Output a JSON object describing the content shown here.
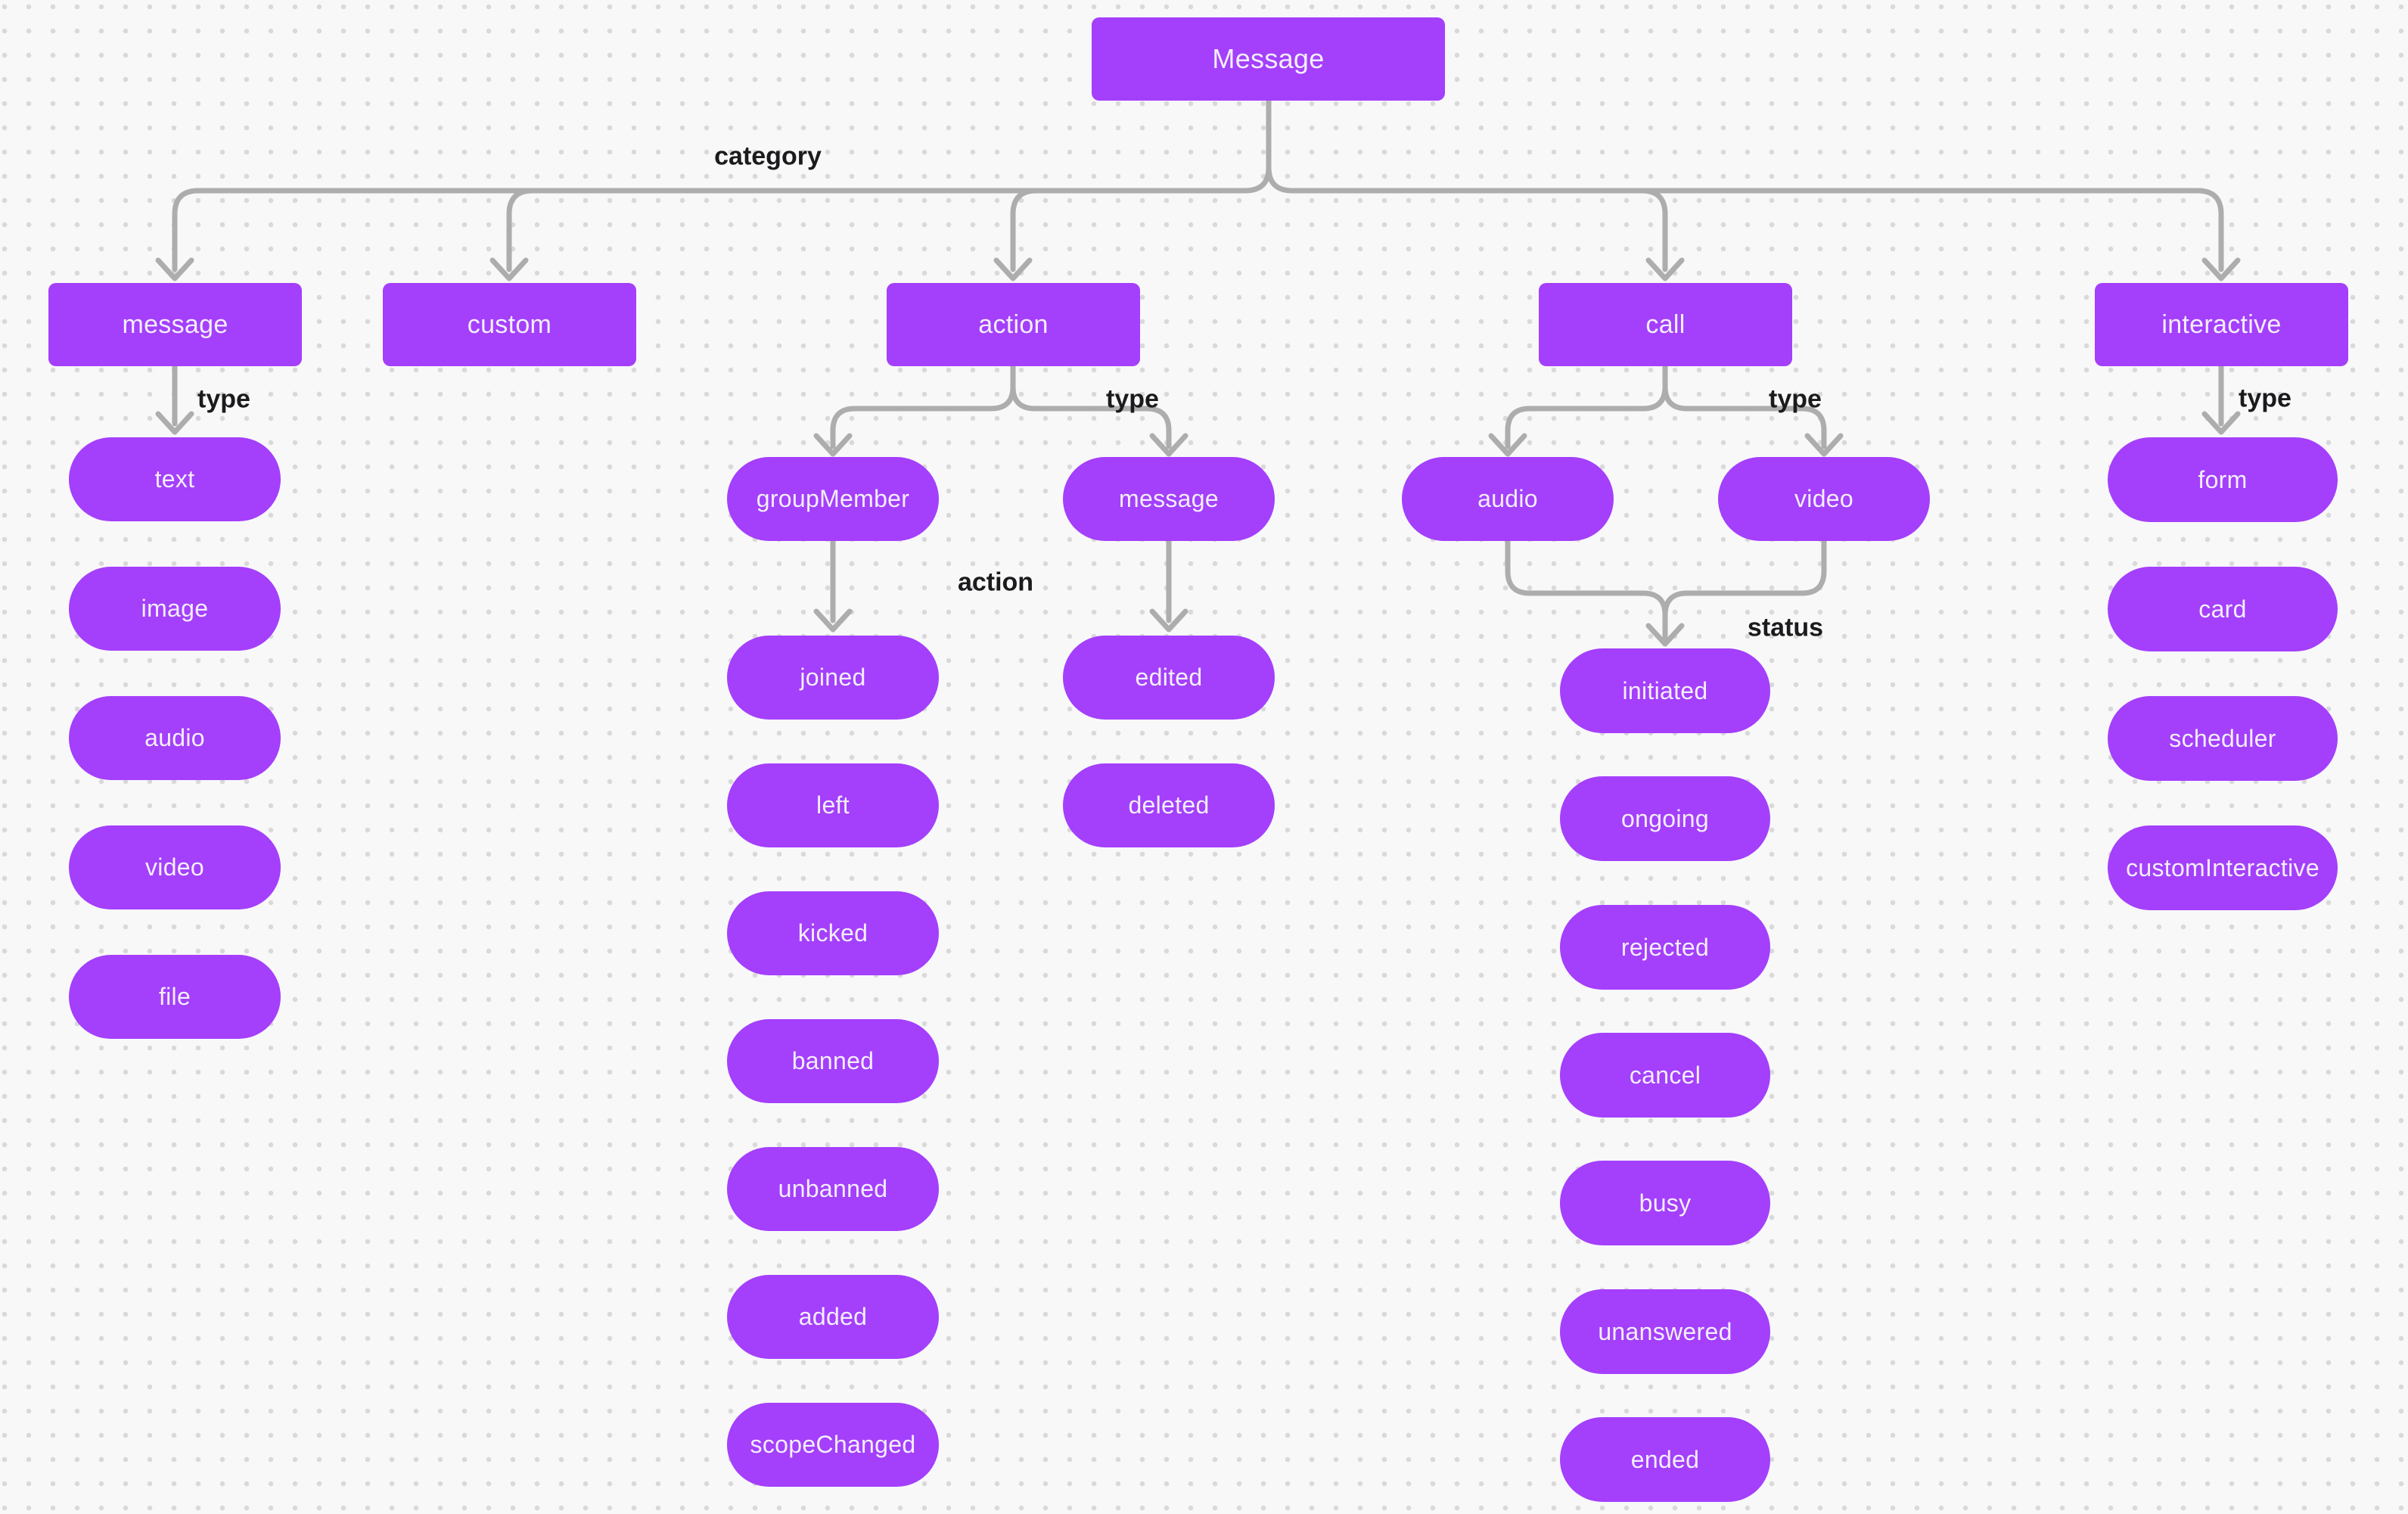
{
  "colors": {
    "node_fill": "#A43FFB",
    "node_text": "#F3EEFC",
    "edge": "#ADADAD",
    "label_text": "#1B1B1D",
    "bg": "#F8F8F9",
    "dot": "#D9D9DA"
  },
  "nodes": {
    "root": "Message",
    "message": "message",
    "custom": "custom",
    "action": "action",
    "call": "call",
    "interactive": "interactive",
    "text": "text",
    "image": "image",
    "audio": "audio",
    "video": "video",
    "file": "file",
    "groupMember": "groupMember",
    "actionMessage": "message",
    "joined": "joined",
    "left": "left",
    "kicked": "kicked",
    "banned": "banned",
    "unbanned": "unbanned",
    "added": "added",
    "scopeChanged": "scopeChanged",
    "edited": "edited",
    "deleted": "deleted",
    "callAudio": "audio",
    "callVideo": "video",
    "initiated": "initiated",
    "ongoing": "ongoing",
    "rejected": "rejected",
    "cancel": "cancel",
    "busy": "busy",
    "unanswered": "unanswered",
    "ended": "ended",
    "form": "form",
    "card": "card",
    "scheduler": "scheduler",
    "customInteractive": "customInteractive"
  },
  "edge_labels": {
    "category": "category",
    "type": "type",
    "action": "action",
    "status": "status"
  }
}
